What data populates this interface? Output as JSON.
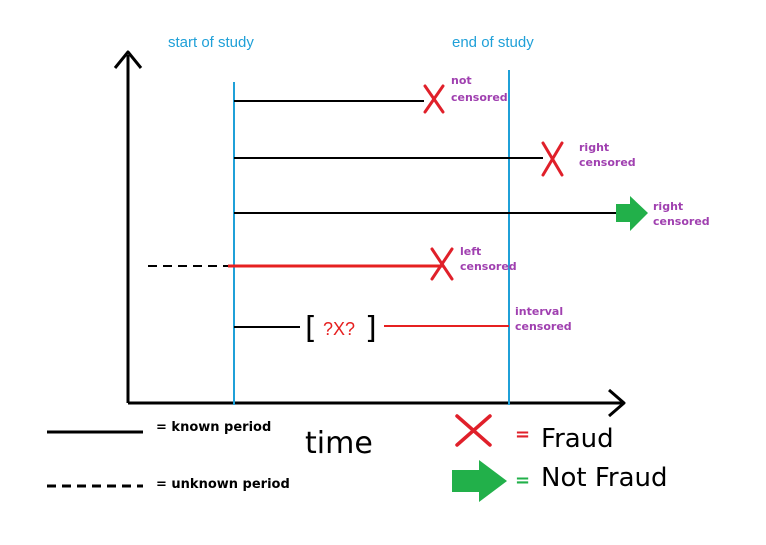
{
  "header": {
    "start_label": "start of study",
    "end_label": "end of study"
  },
  "rows": [
    {
      "label_line1": "not",
      "label_line2": "censored"
    },
    {
      "label_line1": "right",
      "label_line2": "censored"
    },
    {
      "label_line1": "right",
      "label_line2": "censored"
    },
    {
      "label_line1": "left",
      "label_line2": "censored"
    },
    {
      "label_line1": "interval",
      "label_line2": "censored",
      "bracket_text": "?X?"
    }
  ],
  "axis": {
    "x_label": "time"
  },
  "legend": {
    "known": "= known period",
    "unknown": "= unknown period",
    "fraud_eq": "=",
    "fraud": "Fraud",
    "not_fraud_eq": "=",
    "not_fraud": "Not Fraud"
  },
  "colors": {
    "study_line": "#1fa0d8",
    "label": "#a040b0",
    "fraud_x": "#e0202a",
    "censor_red": "#e62020",
    "not_fraud_arrow": "#22b04a"
  },
  "icons": {
    "fraud": "x-mark-icon",
    "not_fraud": "green-arrow-icon"
  }
}
